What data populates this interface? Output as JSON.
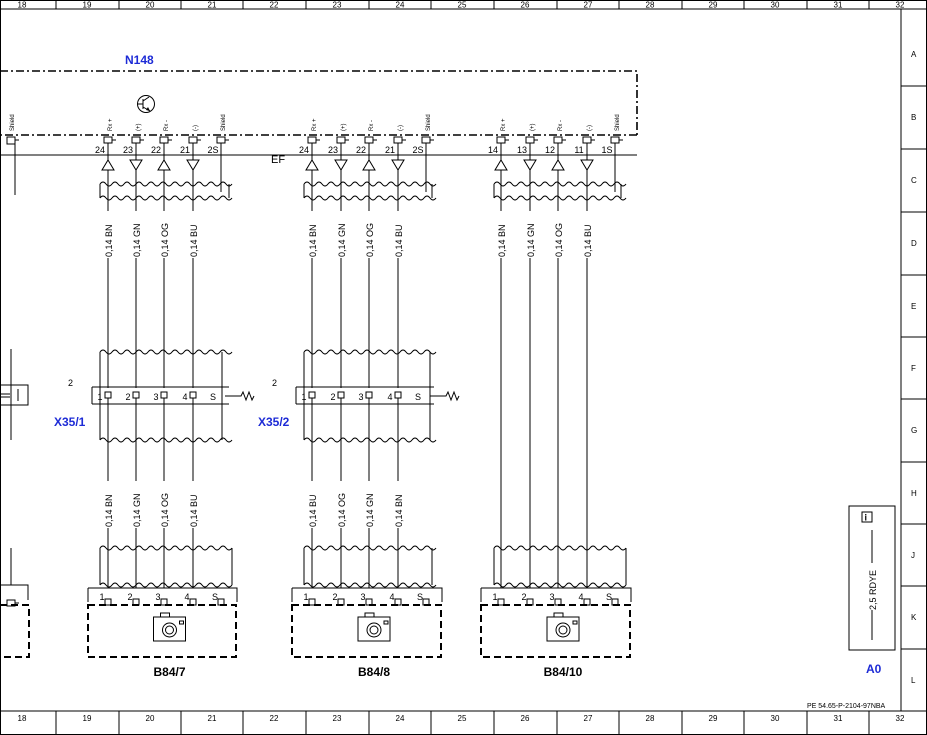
{
  "ruler": {
    "columns": [
      "18",
      "19",
      "20",
      "21",
      "22",
      "23",
      "24",
      "25",
      "26",
      "27",
      "28",
      "29",
      "30",
      "31",
      "32"
    ],
    "rows": [
      "A",
      "B",
      "C",
      "D",
      "E",
      "F",
      "G",
      "H",
      "J",
      "K",
      "L"
    ]
  },
  "module": {
    "name": "N148",
    "connector_label": "EF",
    "groups": [
      {
        "pins": [
          "24",
          "23",
          "22",
          "21",
          "2S"
        ],
        "signals": [
          "Rx +",
          "(+)",
          "Rx -",
          "(-)",
          "Shield"
        ]
      },
      {
        "pins": [
          "24",
          "23",
          "22",
          "21",
          "2S"
        ],
        "signals": [
          "Rx +",
          "(+)",
          "Rx -",
          "(-)",
          "Shield"
        ]
      },
      {
        "pins": [
          "14",
          "13",
          "12",
          "11",
          "1S"
        ],
        "signals": [
          "Rx +",
          "(+)",
          "Rx -",
          "(-)",
          "Shield"
        ]
      }
    ],
    "left_partial_signal": "Shield"
  },
  "wires": {
    "upper": [
      [
        "0,14 BN",
        "0,14 GN",
        "0,14 OG",
        "0,14 BU"
      ],
      [
        "0,14 BN",
        "0,14 GN",
        "0,14 OG",
        "0,14 BU"
      ],
      [
        "0,14 BN",
        "0,14 GN",
        "0,14 OG",
        "0,14 BU"
      ]
    ],
    "lower": [
      [
        "0,14 BN",
        "0,14 GN",
        "0,14 OG",
        "0,14 BU"
      ],
      [
        "0,14 BU",
        "0,14 OG",
        "0,14 GN",
        "0,14 BN"
      ]
    ]
  },
  "connectors": [
    {
      "name": "X35/1",
      "number": "2",
      "pins": [
        "1",
        "2",
        "3",
        "4",
        "S"
      ]
    },
    {
      "name": "X35/2",
      "number": "2",
      "pins": [
        "1",
        "2",
        "3",
        "4",
        "S"
      ]
    }
  ],
  "sensors": [
    {
      "name": "B84/7",
      "pins": [
        "1",
        "2",
        "3",
        "4",
        "S"
      ]
    },
    {
      "name": "B84/8",
      "pins": [
        "1",
        "2",
        "3",
        "4",
        "S"
      ]
    },
    {
      "name": "B84/10",
      "pins": [
        "1",
        "2",
        "3",
        "4",
        "S"
      ]
    }
  ],
  "ground": {
    "wire": "2,5 RDYE",
    "point": "A0",
    "info_symbol": "i"
  },
  "doc_reference": "PE 54.65-P-2104-97NBA"
}
